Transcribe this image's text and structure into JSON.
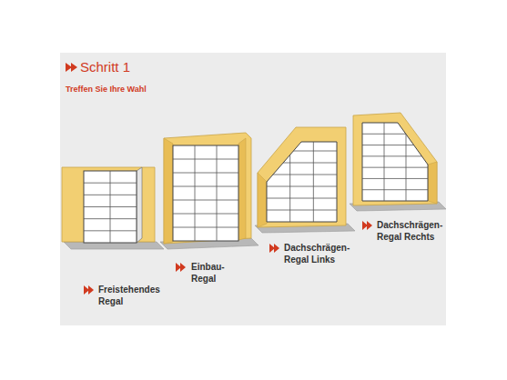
{
  "diagram": {
    "title": "Schritt 1",
    "labels": [
      "Treffen Sie Ihre Wahl",
      "Freistehendes Regal",
      "Einbau- Regal",
      "Dachschrägen- Regal Links",
      "Dachschrägen- Regal Rechts"
    ]
  }
}
